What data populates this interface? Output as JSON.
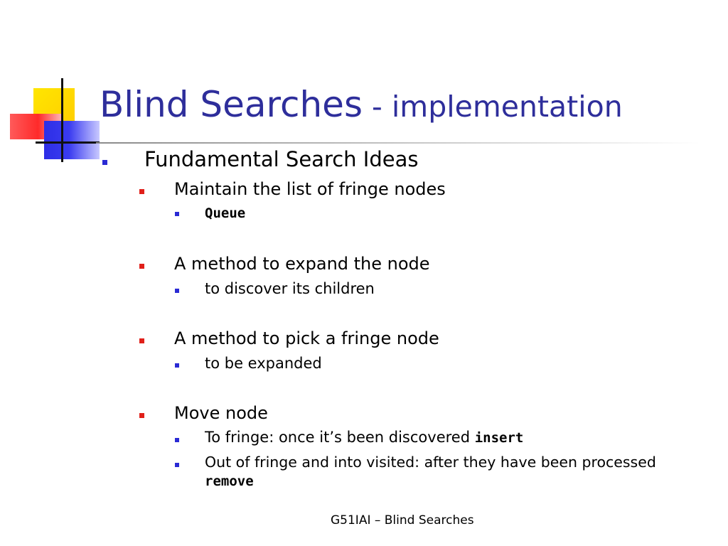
{
  "title": {
    "main": "Blind Searches",
    "sub": " - implementation"
  },
  "items": {
    "heading": "Fundamental Search Ideas",
    "maintain": "Maintain the list of fringe nodes",
    "queue": "Queue",
    "expand": "A method to expand the node",
    "discover_children": "to discover its children",
    "pick": "A method to pick a fringe node",
    "be_expanded": "to be expanded",
    "move_node": "Move node",
    "to_fringe_text": "To fringe: once it’s been discovered ",
    "insert": "insert",
    "out_of_fringe_text": "Out of fringe and into visited: after they have been processed",
    "remove": "remove"
  },
  "footer": "G51IAI – Blind Searches",
  "colors": {
    "title": "#2e2e9b",
    "bullet_level1": "#2a2ad4",
    "bullet_level2": "#e0201a",
    "bullet_level3": "#2a2ad4"
  }
}
